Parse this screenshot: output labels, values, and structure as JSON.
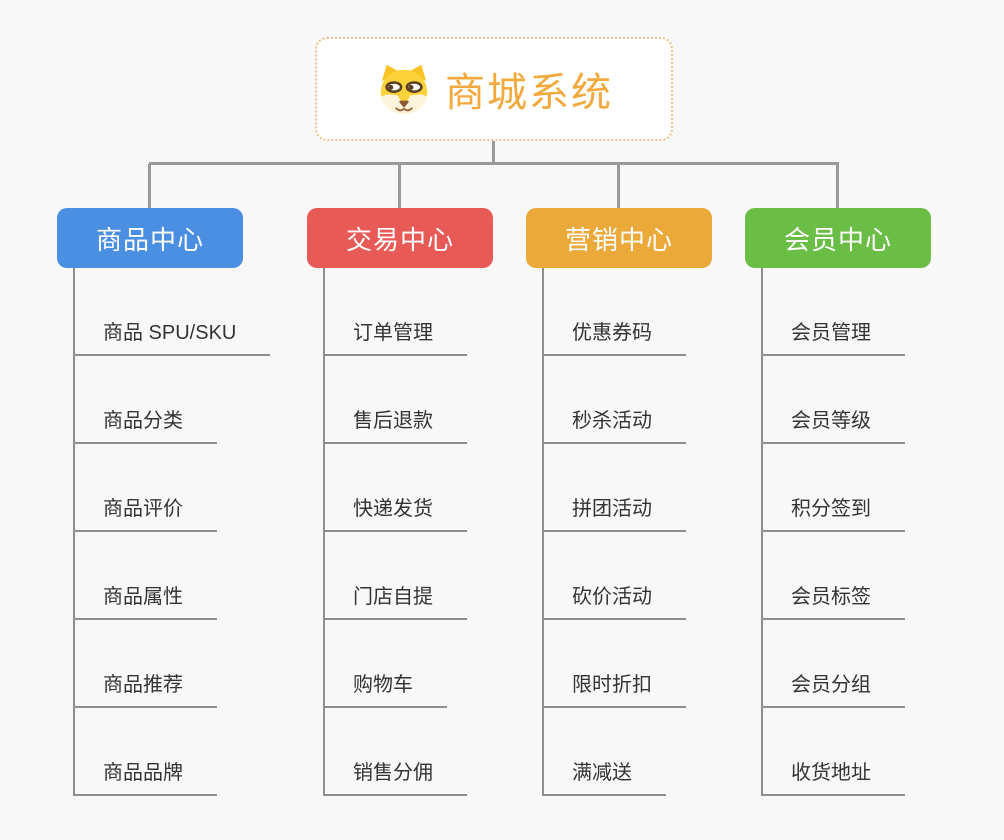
{
  "root": {
    "title": "商城系统",
    "icon": "dog-icon",
    "title_color": "#f2a93d",
    "border_color": "#efc084"
  },
  "connector_color": "#9a9a9a",
  "branches": [
    {
      "label": "商品中心",
      "color": "#4a8fe2",
      "children": [
        "商品 SPU/SKU",
        "商品分类",
        "商品评价",
        "商品属性",
        "商品推荐",
        "商品品牌"
      ]
    },
    {
      "label": "交易中心",
      "color": "#e85a55",
      "children": [
        "订单管理",
        "售后退款",
        "快递发货",
        "门店自提",
        "购物车",
        "销售分佣"
      ]
    },
    {
      "label": "营销中心",
      "color": "#eba93a",
      "children": [
        "优惠券码",
        "秒杀活动",
        "拼团活动",
        "砍价活动",
        "限时折扣",
        "满减送"
      ]
    },
    {
      "label": "会员中心",
      "color": "#6abd45",
      "children": [
        "会员管理",
        "会员等级",
        "积分签到",
        "会员标签",
        "会员分组",
        "收货地址"
      ]
    }
  ]
}
